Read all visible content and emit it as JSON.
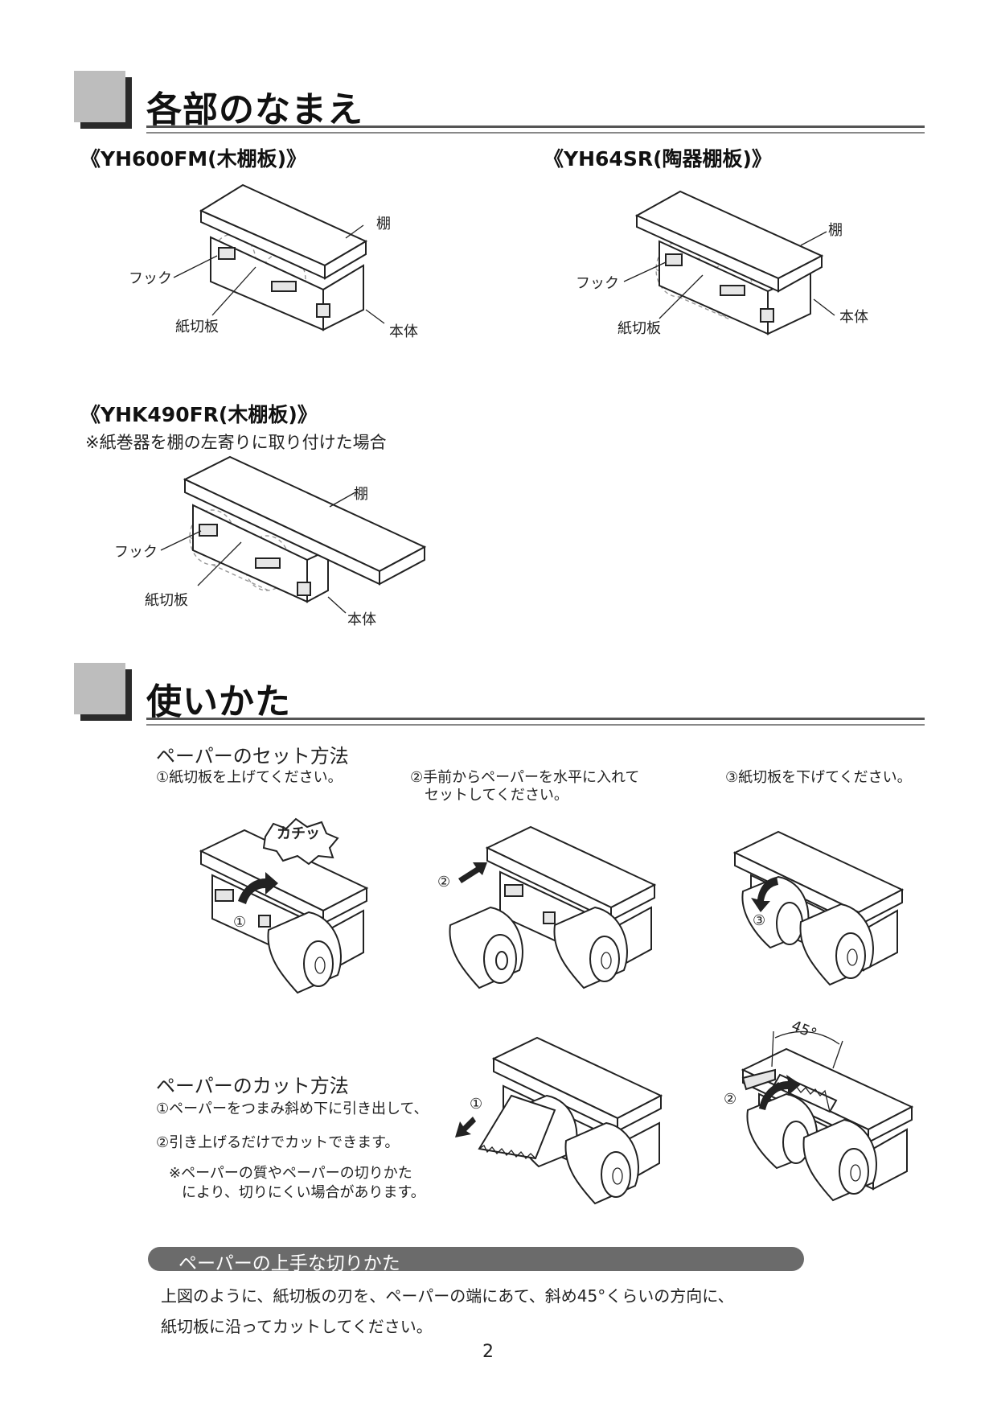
{
  "section1": {
    "title": "各部のなまえ"
  },
  "models": [
    {
      "name": "《YH600FM(木棚板)》",
      "labels": {
        "shelf": "棚",
        "hook": "フック",
        "cutter": "紙切板",
        "body": "本体"
      }
    },
    {
      "name": "《YH64SR(陶器棚板)》",
      "labels": {
        "shelf": "棚",
        "hook": "フック",
        "cutter": "紙切板",
        "body": "本体"
      }
    },
    {
      "name": "《YHK490FR(木棚板)》",
      "note": "※紙巻器を棚の左寄りに取り付けた場合",
      "labels": {
        "shelf": "棚",
        "hook": "フック",
        "cutter": "紙切板",
        "body": "本体"
      }
    }
  ],
  "section2": {
    "title": "使いかた"
  },
  "paper_set": {
    "heading": "ペーパーのセット方法",
    "steps": [
      "①紙切板を上げてください。",
      "②手前からペーパーを水平に入れて",
      "セットしてください。",
      "③紙切板を下げてください。"
    ],
    "click_sound": "カチッ",
    "markers": [
      "①",
      "②",
      "③"
    ]
  },
  "paper_cut": {
    "heading": "ペーパーのカット方法",
    "steps": [
      "①ペーパーをつまみ斜め下に引き出して、",
      "②引き上げるだけでカットできます。"
    ],
    "note_lines": [
      "※ペーパーの質やペーパーの切りかた",
      "により、切りにくい場合があります。"
    ],
    "markers": [
      "①",
      "②"
    ],
    "angle": "45°"
  },
  "tip": {
    "title": "ペーパーの上手な切りかた",
    "lines": [
      "上図のように、紙切板の刃を、ペーパーの端にあて、斜め45°くらいの方向に、",
      "紙切板に沿ってカットしてください。"
    ]
  },
  "page_number": "2"
}
